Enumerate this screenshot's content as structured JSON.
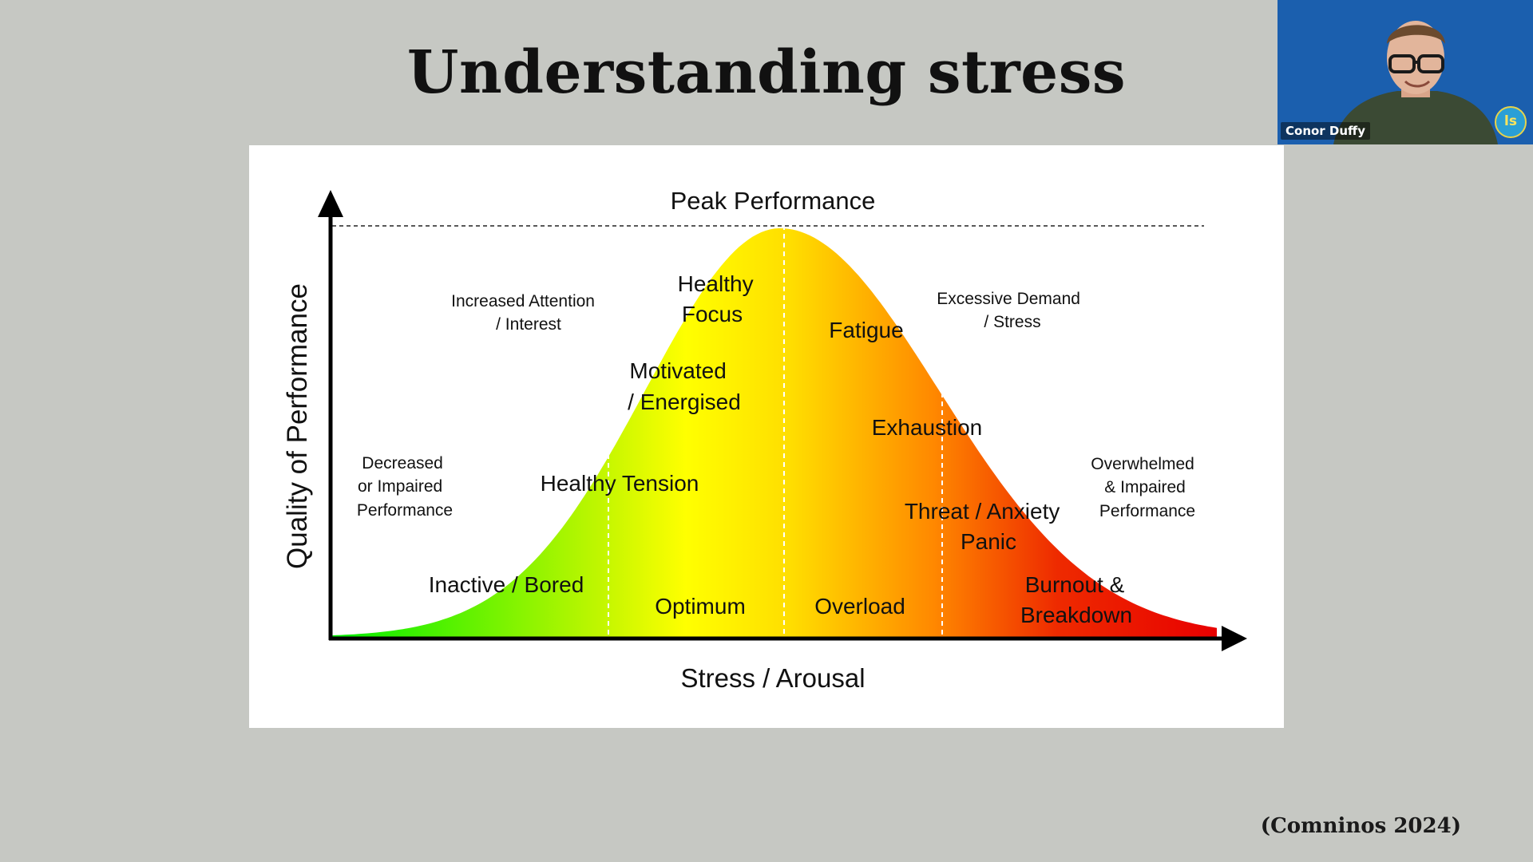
{
  "slide": {
    "title": "Understanding stress",
    "citation": "(Comninos 2024)"
  },
  "video": {
    "participant_name": "Conor Duffy",
    "logo_text": "ls",
    "tile_color": "#1b5fae"
  },
  "chart_data": {
    "type": "area",
    "curve": "bell",
    "xlabel": "Stress / Arousal",
    "ylabel": "Quality of Performance",
    "peak_label": "Peak Performance",
    "color_scale": [
      "#00ee00",
      "#ffff00",
      "#ff9900",
      "#e80000"
    ],
    "grid": false,
    "zones": [
      {
        "name": "Inactive / Bored"
      },
      {
        "name": "Optimum"
      },
      {
        "name": "Overload"
      },
      {
        "name": "Burnout & Breakdown"
      }
    ],
    "annotations": {
      "decreased": [
        "Decreased",
        "or Impaired",
        "Performance"
      ],
      "increased_attention": [
        "Increased Attention",
        "/ Interest"
      ],
      "healthy_focus": [
        "Healthy",
        "Focus"
      ],
      "motivated": [
        "Motivated",
        "/ Energised"
      ],
      "healthy_tension": "Healthy Tension",
      "fatigue": "Fatigue",
      "excessive_demand": [
        "Excessive Demand",
        "/ Stress"
      ],
      "exhaustion": "Exhaustion",
      "threat": [
        "Threat / Anxiety",
        "Panic"
      ],
      "overwhelmed": [
        "Overwhelmed",
        "& Impaired",
        "Performance"
      ]
    }
  }
}
